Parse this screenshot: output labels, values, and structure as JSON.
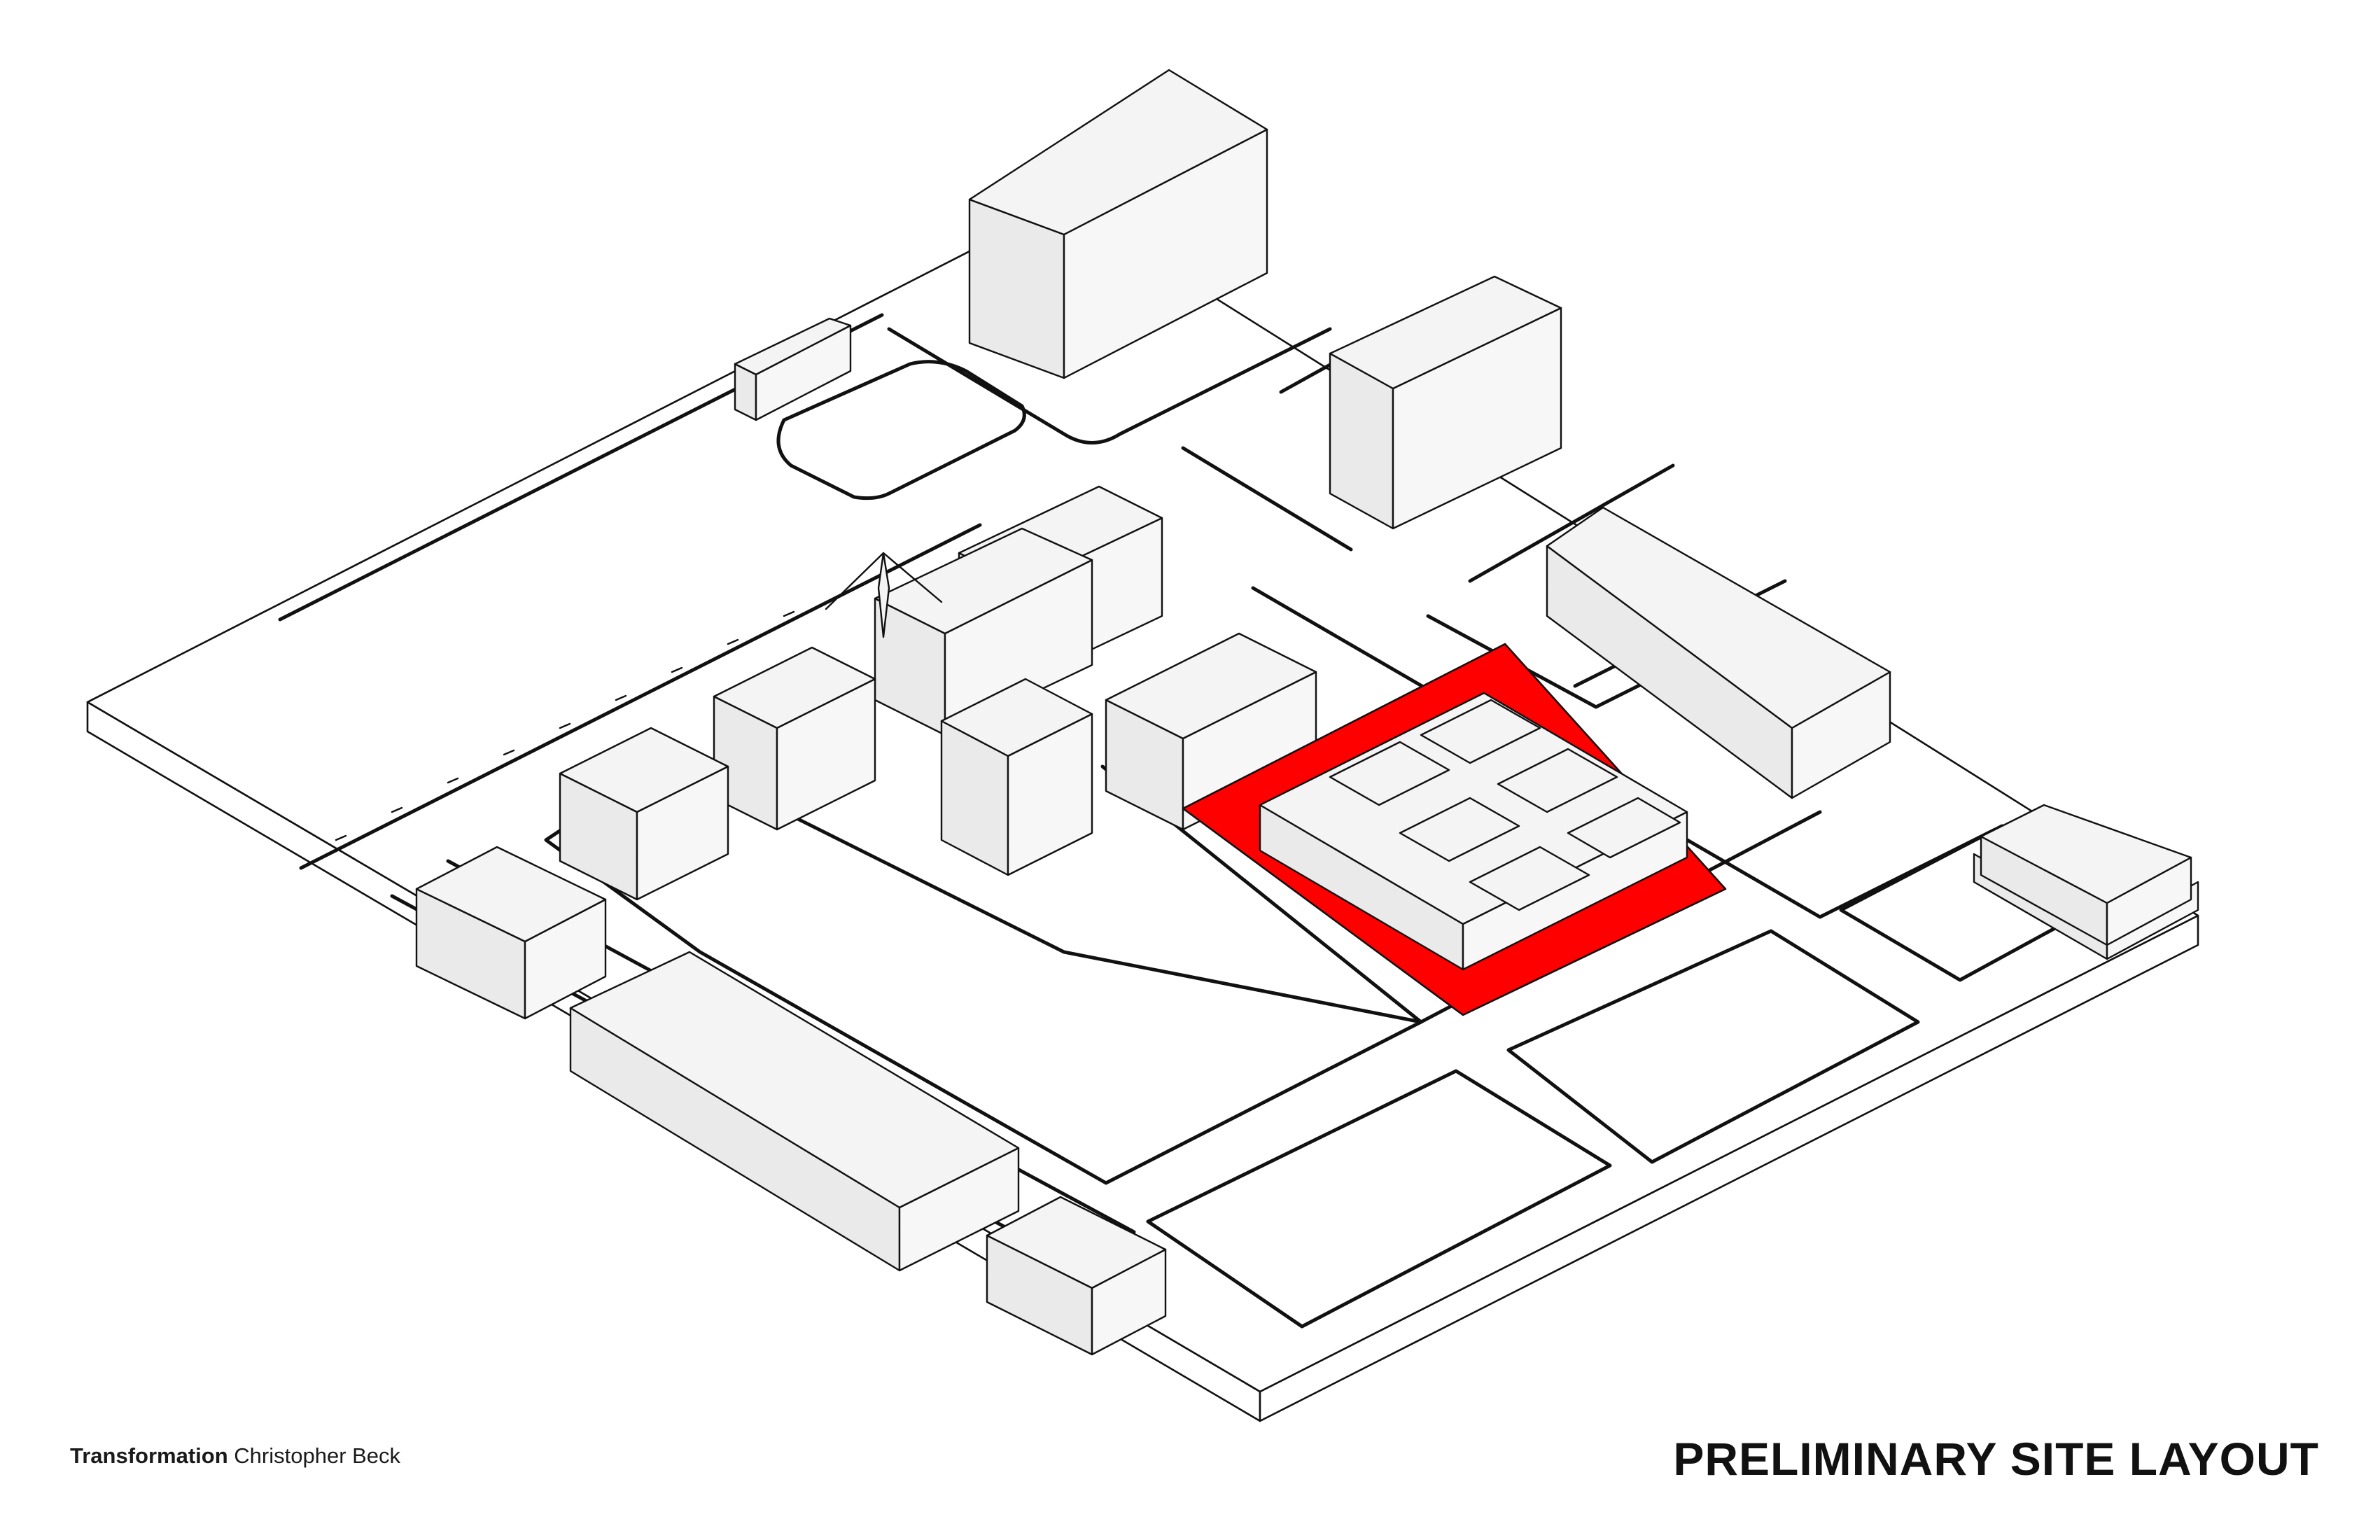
{
  "credit": {
    "project": "Transformation",
    "author": "Christopher Beck"
  },
  "title": "PRELIMINARY SITE LAYOUT",
  "colors": {
    "site_highlight": "#ff0000",
    "building_fill": "#f4f4f4",
    "line": "#111111",
    "background": "#ffffff"
  }
}
